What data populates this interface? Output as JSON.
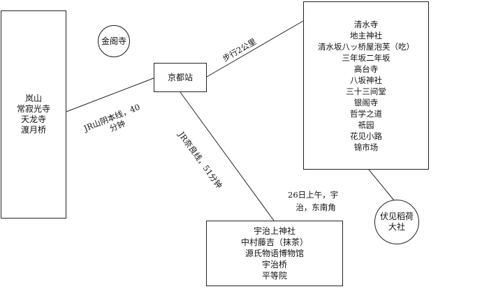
{
  "nodes": {
    "arashiyama": {
      "lines": [
        "岚山",
        "常寂光寺",
        "天龙寺",
        "渡月桥"
      ]
    },
    "kinkakuji": {
      "lines": [
        "金阁寺"
      ]
    },
    "kyoto_station": {
      "lines": [
        "京都站"
      ]
    },
    "higashiyama": {
      "lines": [
        "清水寺",
        "地主神社",
        "清水坂八ッ桥屋泡芙（吃）",
        "三年坂二年坂",
        "高台寺",
        "八坂神社",
        "三十三间堂",
        "银阁寺",
        "哲学之道",
        "祇园",
        "花见小路",
        "锦市场"
      ]
    },
    "fushimi_inari": {
      "lines": [
        "伏见稻荷",
        "大社"
      ]
    },
    "uji": {
      "lines": [
        "宇治上神社",
        "中村藤吉（抹茶）",
        "源氏物语博物馆",
        "宇治桥",
        "平等院"
      ]
    }
  },
  "edges": {
    "sagano": {
      "lines": [
        "JR山阴本线，40",
        "分钟"
      ]
    },
    "walk": {
      "lines": [
        "步行2公里"
      ]
    },
    "nara_line": {
      "lines": [
        "JR奈良线，51分钟"
      ]
    },
    "uji_note": {
      "lines": [
        "26日上午，宇",
        "治，东南角"
      ]
    }
  }
}
